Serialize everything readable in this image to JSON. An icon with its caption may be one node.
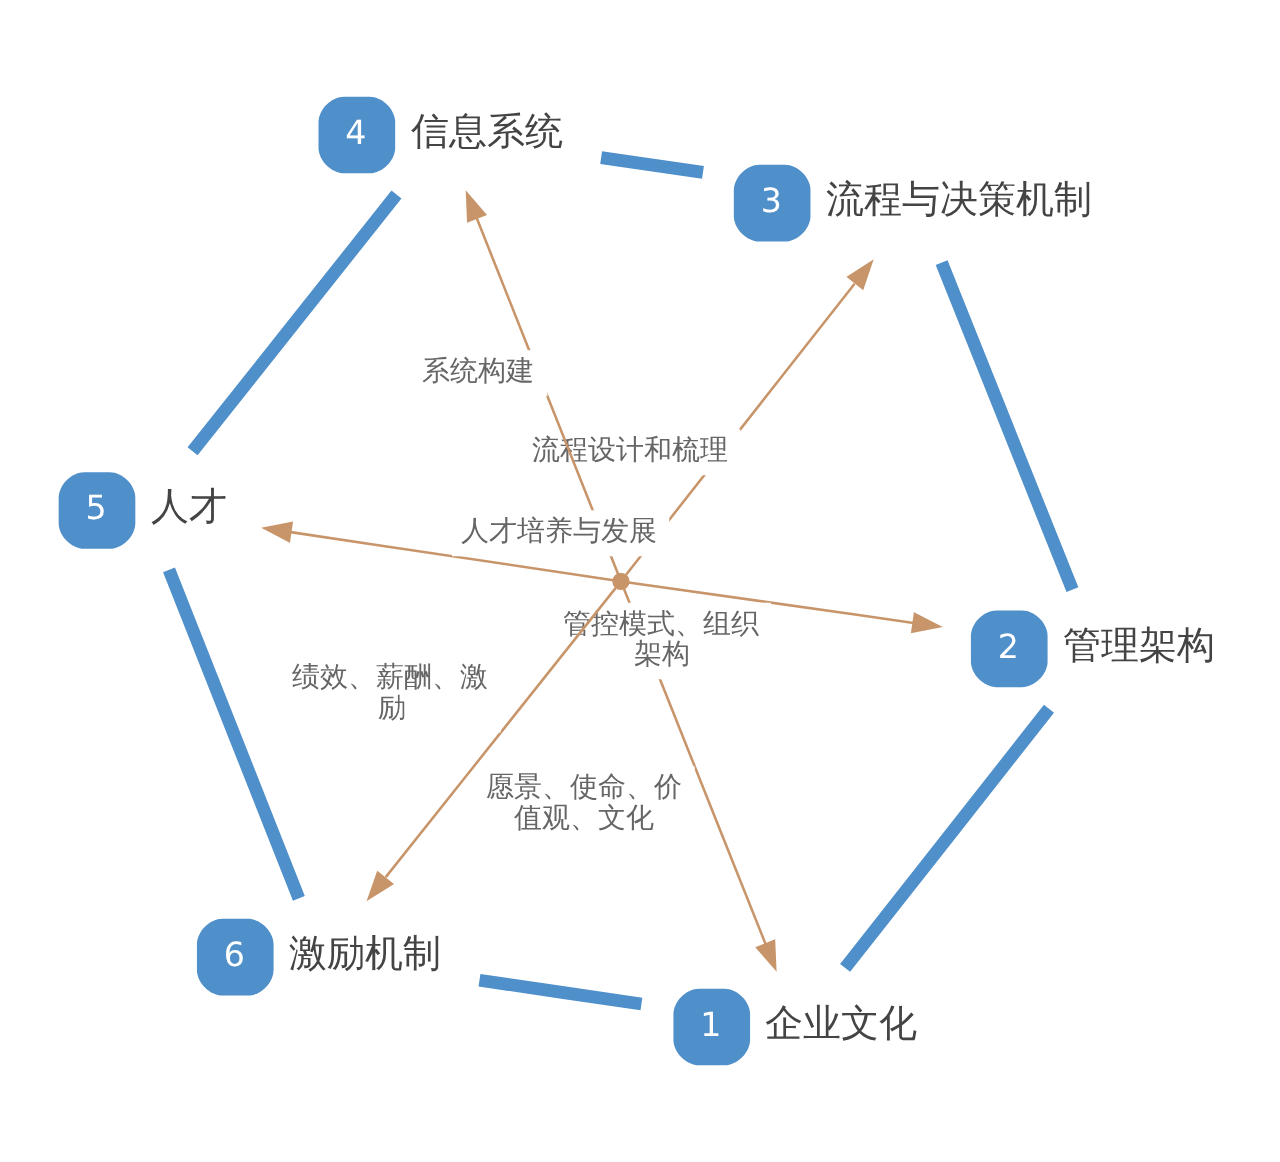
{
  "diagram": {
    "nodes": [
      {
        "text": [],
        "shape": "point"
      },
      {
        "text": [
          "1"
        ],
        "beside": [
          "企业文化"
        ]
      },
      {
        "text": [
          "2"
        ],
        "beside": [
          "管理架构"
        ]
      },
      {
        "text": [
          "3"
        ],
        "beside": [
          "流程与决策机制"
        ]
      },
      {
        "text": [
          "4"
        ],
        "beside": [
          "信息系统"
        ]
      },
      {
        "text": [
          "5"
        ],
        "beside": [
          "人才"
        ]
      },
      {
        "text": [
          "6"
        ],
        "beside": [
          "激励机制"
        ]
      }
    ],
    "edges": [
      {
        "from": 1,
        "to": 2,
        "arrow": "none",
        "style": "thick",
        "color": "#4f8fca"
      },
      {
        "from": 2,
        "to": 3,
        "arrow": "none",
        "style": "thick",
        "color": "#4f8fca"
      },
      {
        "from": 3,
        "to": 4,
        "arrow": "none",
        "style": "thick",
        "color": "#4f8fca"
      },
      {
        "from": 4,
        "to": 5,
        "arrow": "none",
        "style": "thick",
        "color": "#4f8fca"
      },
      {
        "from": 5,
        "to": 6,
        "arrow": "none",
        "style": "thick",
        "color": "#4f8fca"
      },
      {
        "from": 6,
        "to": 1,
        "arrow": "none",
        "style": "thick",
        "color": "#4f8fca"
      },
      {
        "from": 0,
        "to": 1,
        "arrow": "to",
        "label": "愿景、使命、价值观、文化",
        "color": "#c8956a"
      },
      {
        "from": 0,
        "to": 2,
        "arrow": "to",
        "label": "管控模式、组织架构",
        "color": "#c8956a"
      },
      {
        "from": 0,
        "to": 3,
        "arrow": "to",
        "label": "流程设计和梳理",
        "color": "#c8956a"
      },
      {
        "from": 0,
        "to": 4,
        "arrow": "to",
        "label": "系统构建",
        "color": "#c8956a"
      },
      {
        "from": 0,
        "to": 5,
        "arrow": "to",
        "label": "人才培养与发展",
        "color": "#c8956a"
      },
      {
        "from": 0,
        "to": 6,
        "arrow": "to",
        "label": "绩效、薪酬、激励",
        "color": "#c8956a"
      }
    ]
  }
}
